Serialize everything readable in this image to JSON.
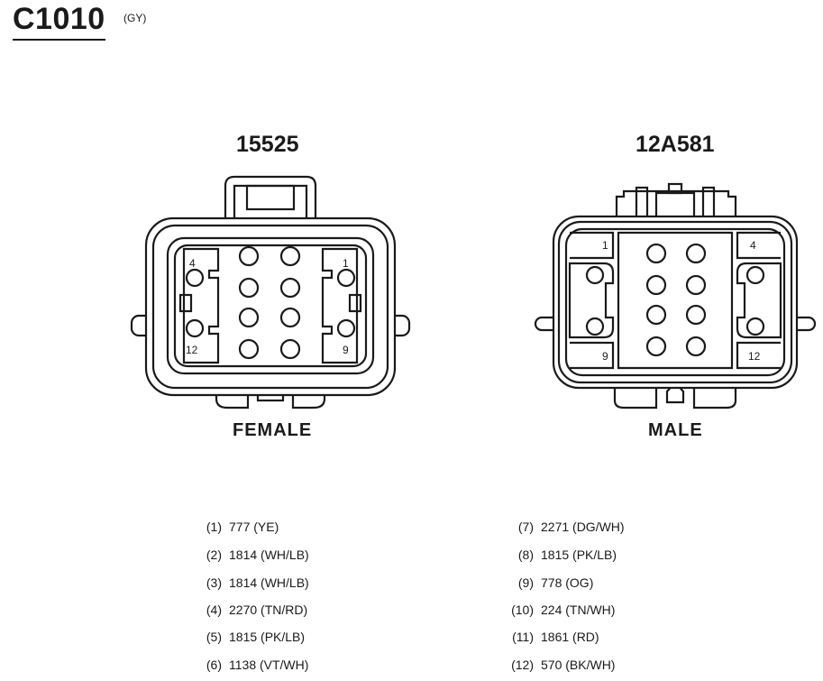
{
  "header": {
    "connector_id": "C1010",
    "color_code": "(GY)"
  },
  "connectors": {
    "female": {
      "part_number": "15525",
      "gender": "FEMALE",
      "corner_labels": {
        "top_left": "4",
        "top_right": "1",
        "bottom_left": "12",
        "bottom_right": "9"
      }
    },
    "male": {
      "part_number": "12A581",
      "gender": "MALE",
      "corner_labels": {
        "top_left": "1",
        "top_right": "4",
        "bottom_left": "9",
        "bottom_right": "12"
      }
    }
  },
  "pinout": {
    "left": [
      {
        "pin": "(1)",
        "circuit": "777 (YE)"
      },
      {
        "pin": "(2)",
        "circuit": "1814 (WH/LB)"
      },
      {
        "pin": "(3)",
        "circuit": "1814 (WH/LB)"
      },
      {
        "pin": "(4)",
        "circuit": "2270 (TN/RD)"
      },
      {
        "pin": "(5)",
        "circuit": "1815 (PK/LB)"
      },
      {
        "pin": "(6)",
        "circuit": "1138 (VT/WH)"
      }
    ],
    "right": [
      {
        "pin": "(7)",
        "circuit": "2271 (DG/WH)"
      },
      {
        "pin": "(8)",
        "circuit": "1815 (PK/LB)"
      },
      {
        "pin": "(9)",
        "circuit": "778 (OG)"
      },
      {
        "pin": "(10)",
        "circuit": "224 (TN/WH)"
      },
      {
        "pin": "(11)",
        "circuit": "1861 (RD)"
      },
      {
        "pin": "(12)",
        "circuit": "570 (BK/WH)"
      }
    ]
  }
}
